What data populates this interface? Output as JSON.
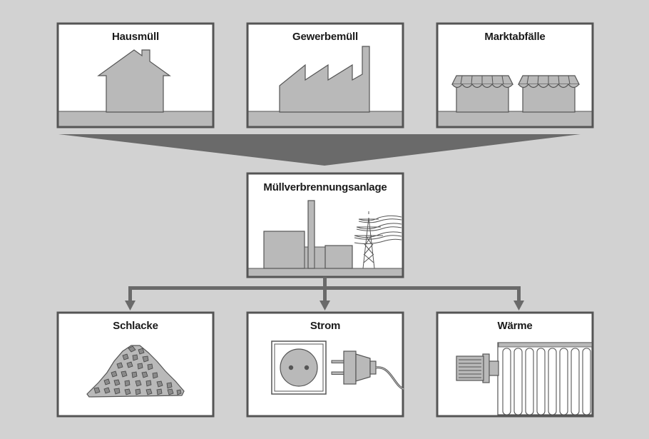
{
  "sources": [
    {
      "id": "household",
      "label": "Hausmüll",
      "icon": "house-icon"
    },
    {
      "id": "commercial",
      "label": "Gewerbemüll",
      "icon": "factory-icon"
    },
    {
      "id": "market",
      "label": "Marktabfälle",
      "icon": "market-stalls-icon"
    }
  ],
  "plant": {
    "label": "Müllverbrennungsanlage",
    "icon": "incineration-plant-icon"
  },
  "outputs": [
    {
      "id": "slag",
      "label": "Schlacke",
      "icon": "slag-pile-icon"
    },
    {
      "id": "power",
      "label": "Strom",
      "icon": "power-socket-plug-icon"
    },
    {
      "id": "heat",
      "label": "Wärme",
      "icon": "radiator-icon"
    }
  ],
  "colors": {
    "background": "#d2d2d2",
    "panel": "#ffffff",
    "border": "#555555",
    "fill": "#b9b9b9",
    "funnel": "#6a6a6a",
    "connector": "#6a6a6a"
  }
}
